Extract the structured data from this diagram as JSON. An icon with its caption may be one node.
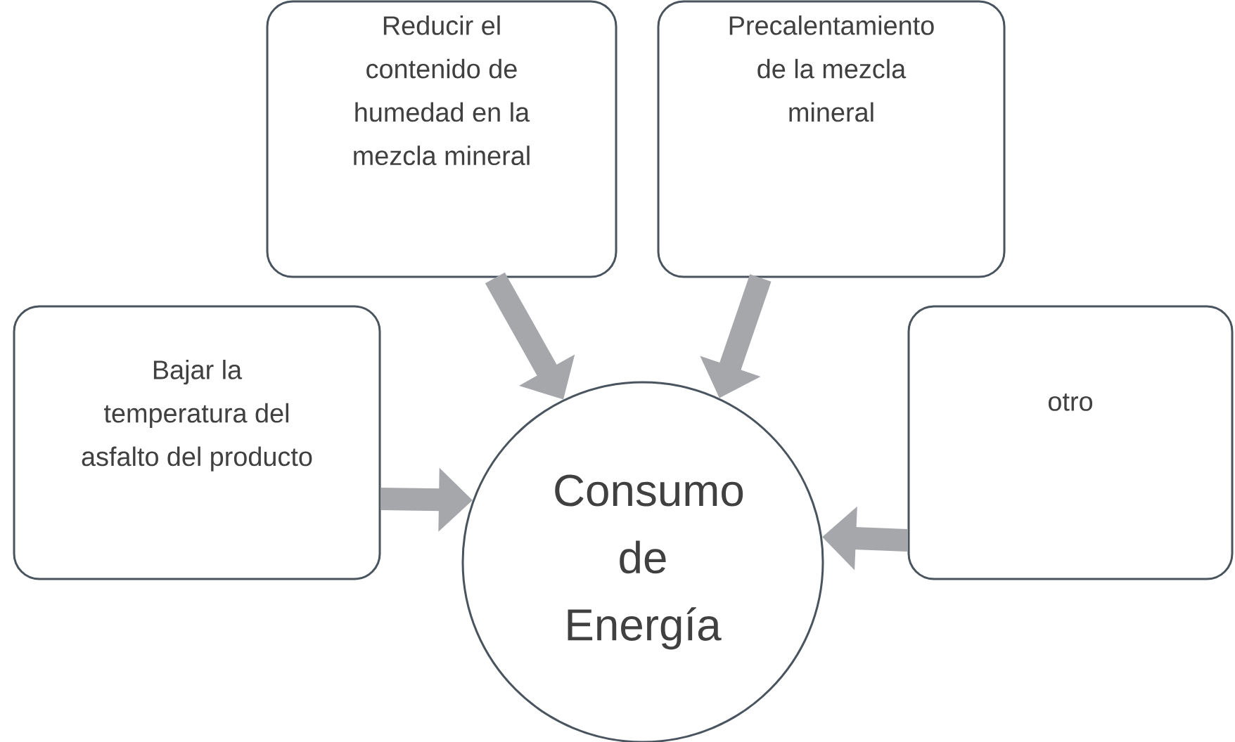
{
  "diagram": {
    "nodes": [
      {
        "text": [
          "Bajar la temperatura del asfalto del producto"
        ]
      },
      {
        "text": [
          "Reducir el contenido de humedad en la mezcla mineral"
        ]
      },
      {
        "text": [
          "Precalentamiento de la mezcla mineral"
        ]
      },
      {
        "text": [
          "otro"
        ]
      },
      {
        "text": [
          "Consumo de Energía"
        ]
      }
    ],
    "edges": [
      {
        "from": 0,
        "to": 4,
        "arrow": "to"
      },
      {
        "from": 1,
        "to": 4,
        "arrow": "to"
      },
      {
        "from": 2,
        "to": 4,
        "arrow": "to"
      },
      {
        "from": 3,
        "to": 4,
        "arrow": "to"
      }
    ]
  }
}
